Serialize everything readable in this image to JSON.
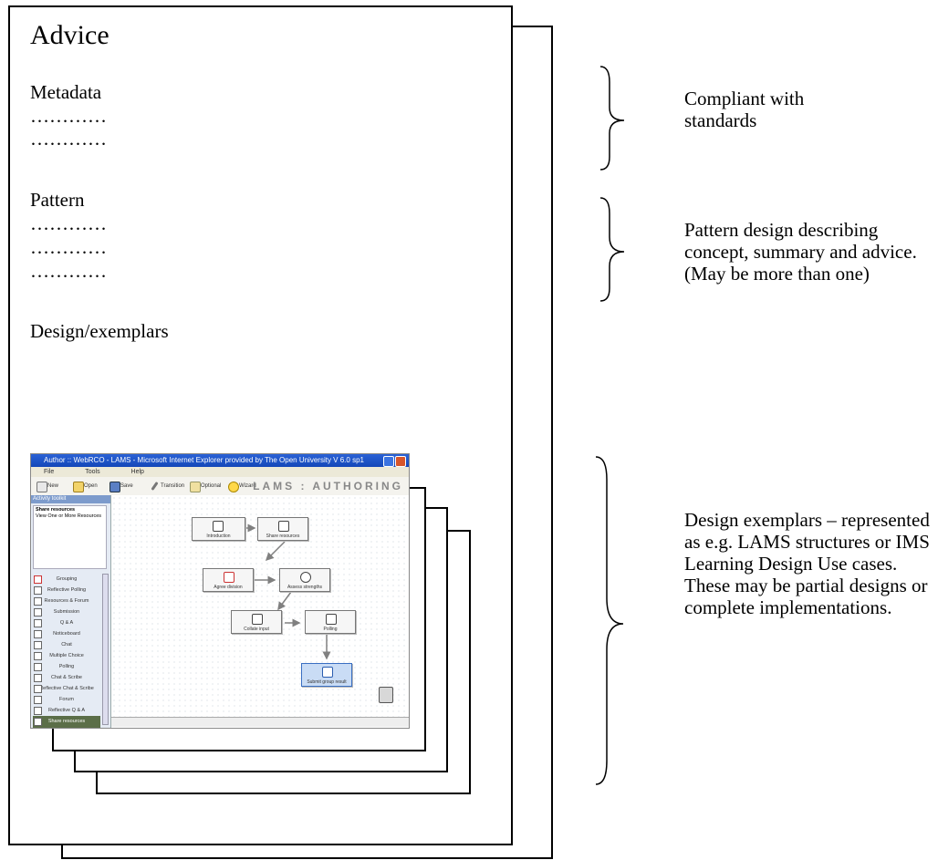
{
  "page": {
    "title": "Advice",
    "sections": {
      "metadata": {
        "label": "Metadata",
        "lines": [
          "…………",
          "…………"
        ]
      },
      "pattern": {
        "label": "Pattern",
        "lines": [
          "…………",
          "…………",
          "…………"
        ]
      },
      "designs": {
        "label": "Design/exemplars"
      }
    }
  },
  "annotations": {
    "metadata": "Compliant with standards",
    "pattern": "Pattern design describing concept, summary and advice. (May be more than one)",
    "exemplars": "Design exemplars – represented as e.g. LAMS structures or IMS Learning Design Use cases. These may be partial designs or complete implementations."
  },
  "screenshot": {
    "window_title": "Author :: WebRCO - LAMS - Microsoft Internet Explorer provided by The Open University V 6.0 sp1",
    "menu": [
      "File",
      "Tools",
      "Help"
    ],
    "toolbar": [
      "New",
      "Open",
      "Save",
      "Transition",
      "Optional",
      "Wizard"
    ],
    "app_title": "LAMS : AUTHORING",
    "sidebar_title": "Activity toolkit",
    "sidebar_desc_title": "Share resources",
    "sidebar_desc": "View One or More Resources",
    "toolkit": [
      "Grouping",
      "Reflective Polling",
      "Resources & Forum",
      "Submission",
      "Q & A",
      "Noticeboard",
      "Chat",
      "Multiple Choice",
      "Polling",
      "Chat & Scribe",
      "Reflective Chat & Scribe",
      "Forum",
      "Reflective Q & A",
      "Share resources"
    ],
    "nodes": [
      "Introduction",
      "Share resources",
      "Agree division",
      "Assess strengths",
      "Collate input",
      "Polling",
      "Submit group result"
    ],
    "colors": {
      "titlebar": "#1447b8",
      "selected": "#5b6e48",
      "arrow": "#808080"
    }
  }
}
